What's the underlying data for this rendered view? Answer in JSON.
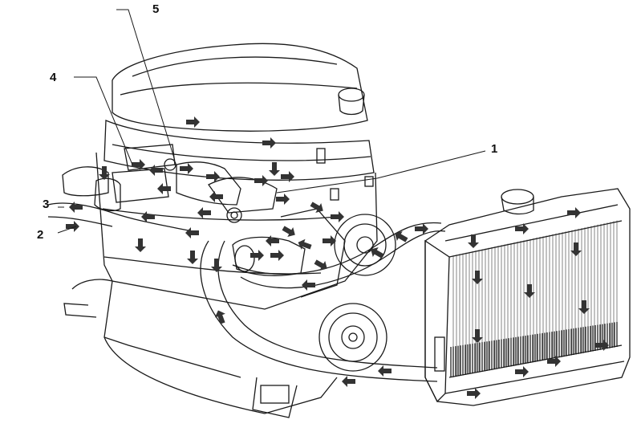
{
  "diagram": {
    "callouts": [
      {
        "id": "1",
        "text": "1"
      },
      {
        "id": "2",
        "text": "2"
      },
      {
        "id": "3",
        "text": "3"
      },
      {
        "id": "4",
        "text": "4"
      },
      {
        "id": "5",
        "text": "5"
      }
    ]
  },
  "colors": {
    "line": "#1a1a1a",
    "arrow": "#333333",
    "background": "#ffffff"
  }
}
